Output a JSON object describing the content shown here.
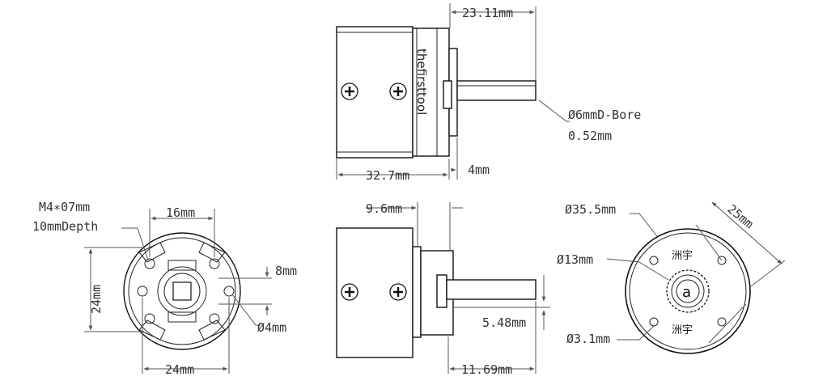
{
  "top_view": {
    "brand_text": "thefirsttool",
    "dim_shaft_length": "23.11mm",
    "dim_bore": "Ø6mmD-Bore",
    "dim_bore_flat": "0.52mm",
    "dim_body_length": "32.7mm",
    "dim_flange": "4mm"
  },
  "side_view": {
    "dim_flange_length": "9.6mm",
    "dim_shaft_offset": "5.48mm",
    "dim_shaft_length": "11.69mm"
  },
  "front_view": {
    "dim_screw": "M4∗07mm",
    "dim_screw_depth": "10mmDepth",
    "dim_top_spacing": "16mm",
    "dim_side_height": "24mm",
    "dim_boss": "8mm",
    "dim_hole": "Ø4mm",
    "dim_bottom_width": "24mm"
  },
  "back_view": {
    "dim_outer": "Ø35.5mm",
    "dim_pcd": "25mm",
    "dim_gear": "Ø13mm",
    "dim_hole": "Ø3.1mm",
    "gear_letter": "a",
    "label_top": "洲宇",
    "label_bottom": "洲宇"
  }
}
